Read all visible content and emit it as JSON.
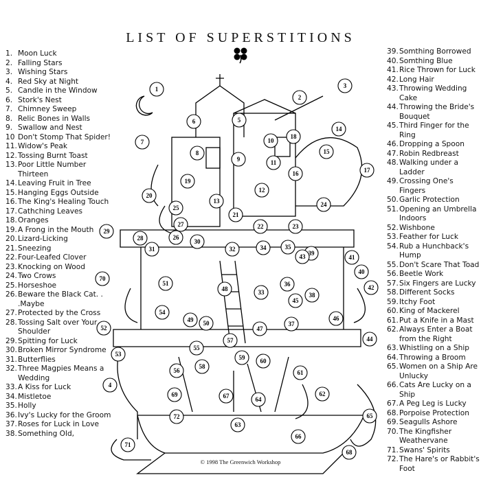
{
  "title": "LIST OF SUPERSTITIONS",
  "copyright": "© 1998 The Greenwich Workshop",
  "icons": {
    "title_ornament": "four-leaf-clover-icon"
  },
  "left_list": [
    {
      "n": "1.",
      "t": "Moon Luck"
    },
    {
      "n": "2.",
      "t": "Falling Stars"
    },
    {
      "n": "3.",
      "t": "Wishing Stars"
    },
    {
      "n": "4.",
      "t": "Red Sky at Night"
    },
    {
      "n": "5.",
      "t": "Candle in the Window"
    },
    {
      "n": "6.",
      "t": "Stork's Nest"
    },
    {
      "n": "7.",
      "t": "Chimney Sweep"
    },
    {
      "n": "8.",
      "t": "Relic Bones in Walls"
    },
    {
      "n": "9.",
      "t": "Swallow and Nest"
    },
    {
      "n": "10",
      "t": "Don't Stomp That Spider!"
    },
    {
      "n": "11.",
      "t": "Widow's Peak"
    },
    {
      "n": "12.",
      "t": "Tossing Burnt Toast"
    },
    {
      "n": "13.",
      "t": "Poor Little Number Thirteen"
    },
    {
      "n": "14.",
      "t": "Leaving Fruit in Tree"
    },
    {
      "n": "15.",
      "t": "Hanging Eggs Outside"
    },
    {
      "n": "16.",
      "t": "The King's Healing Touch"
    },
    {
      "n": "17.",
      "t": "Cathching Leaves"
    },
    {
      "n": "18.",
      "t": "Oranges"
    },
    {
      "n": "19.",
      "t": "A Frong in the Mouth"
    },
    {
      "n": "20.",
      "t": "Lizard-Licking"
    },
    {
      "n": "21.",
      "t": "Sneezing"
    },
    {
      "n": "22.",
      "t": "Four-Leafed Clover"
    },
    {
      "n": "23.",
      "t": "Knocking on Wood"
    },
    {
      "n": "24.",
      "t": "Two Crows"
    },
    {
      "n": "25.",
      "t": "Horseshoe"
    },
    {
      "n": "26.",
      "t": "Beware the Black Cat. . .Maybe"
    },
    {
      "n": "27.",
      "t": "Protected by the Cross"
    },
    {
      "n": "28.",
      "t": "Tossing Salt over Your Shoulder"
    },
    {
      "n": "29.",
      "t": "Spitting for Luck"
    },
    {
      "n": "30.",
      "t": "Broken Mirror Syndrome"
    },
    {
      "n": "31.",
      "t": "Butterflies"
    },
    {
      "n": "32.",
      "t": "Three Magpies Means a Wedding"
    },
    {
      "n": "33.",
      "t": "A Kiss for Luck"
    },
    {
      "n": "34.",
      "t": "Mistletoe"
    },
    {
      "n": "35.",
      "t": "Holly"
    },
    {
      "n": "36.",
      "t": "Ivy's Lucky for the Groom"
    },
    {
      "n": "37.",
      "t": "Roses for Luck in Love"
    },
    {
      "n": "38.",
      "t": "Something Old,"
    }
  ],
  "right_list": [
    {
      "n": "39.",
      "t": "Somthing Borrowed"
    },
    {
      "n": "40.",
      "t": "Somthing Blue"
    },
    {
      "n": "41.",
      "t": "Rice Thrown for Luck"
    },
    {
      "n": "42.",
      "t": "Long Hair"
    },
    {
      "n": "43.",
      "t": "Throwing Wedding Cake"
    },
    {
      "n": "44.",
      "t": "Throwing the Bride's Bouquet"
    },
    {
      "n": "45.",
      "t": "Third Finger for the Ring"
    },
    {
      "n": "46.",
      "t": "Dropping a Spoon"
    },
    {
      "n": "47.",
      "t": "Robin Redbreast"
    },
    {
      "n": "48.",
      "t": "Walking under a Ladder"
    },
    {
      "n": "49.",
      "t": "Crossing One's Fingers"
    },
    {
      "n": "50.",
      "t": "Garlic Protection"
    },
    {
      "n": "51.",
      "t": "Opening an Umbrella Indoors"
    },
    {
      "n": "52.",
      "t": "Wishbone"
    },
    {
      "n": "53.",
      "t": "Feather for Luck"
    },
    {
      "n": "54.",
      "t": "Rub a Hunchback's Hump"
    },
    {
      "n": "55.",
      "t": "Don't Scare That Toad"
    },
    {
      "n": "56.",
      "t": "Beetle Work"
    },
    {
      "n": "57.",
      "t": "Six Fingers are Lucky"
    },
    {
      "n": "58.",
      "t": "Different Socks"
    },
    {
      "n": "59.",
      "t": "Itchy Foot"
    },
    {
      "n": "60.",
      "t": "King of Mackerel"
    },
    {
      "n": "61.",
      "t": "Put a Knife in a Mast"
    },
    {
      "n": "62.",
      "t": "Always Enter a Boat from the Right"
    },
    {
      "n": "63.",
      "t": "Whistling on a Ship"
    },
    {
      "n": "64.",
      "t": "Throwing a Broom"
    },
    {
      "n": "65.",
      "t": "Women on a Ship Are Unlucky"
    },
    {
      "n": "66.",
      "t": "Cats Are Lucky on a Ship"
    },
    {
      "n": "67.",
      "t": "A Peg Leg is Lucky"
    },
    {
      "n": "68.",
      "t": "Porpoise Protection"
    },
    {
      "n": "69.",
      "t": "Seagulls Ashore"
    },
    {
      "n": "70.",
      "t": "The Kingfisher Weathervane"
    },
    {
      "n": "71.",
      "t": "Swans' Spirits"
    },
    {
      "n": "72.",
      "t": "The Hare's or Rabbit's Foot"
    }
  ],
  "markers": [
    "1",
    "2",
    "3",
    "4",
    "5",
    "6",
    "7",
    "8",
    "9",
    "10",
    "11",
    "12",
    "13",
    "14",
    "15",
    "16",
    "17",
    "18",
    "19",
    "20",
    "21",
    "22",
    "23",
    "24",
    "25",
    "26",
    "27",
    "28",
    "29",
    "30",
    "31",
    "32",
    "33",
    "34",
    "35",
    "36",
    "37",
    "38",
    "39",
    "40",
    "41",
    "42",
    "43",
    "44",
    "45",
    "46",
    "47",
    "48",
    "49",
    "50",
    "51",
    "52",
    "53",
    "54",
    "55",
    "56",
    "57",
    "58",
    "59",
    "60",
    "61",
    "62",
    "63",
    "64",
    "65",
    "66",
    "67",
    "68",
    "69",
    "70",
    "71",
    "72"
  ]
}
